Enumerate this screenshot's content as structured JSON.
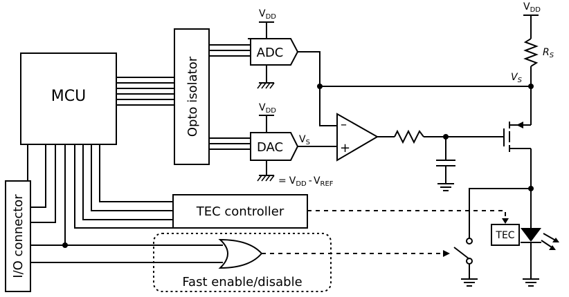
{
  "blocks": {
    "mcu": "MCU",
    "opto": "Opto isolator",
    "adc": "ADC",
    "dac": "DAC",
    "tec_controller": "TEC controller",
    "io_connector": "I/O connector",
    "fast": "Fast enable/disable",
    "tec": "TEC"
  },
  "labels": {
    "v": "V",
    "dd": "DD",
    "s": "S",
    "ref": "REF",
    "r": "R",
    "eq": "=",
    "minus": "-",
    "opamp_minus": "–",
    "opamp_plus": "+"
  }
}
